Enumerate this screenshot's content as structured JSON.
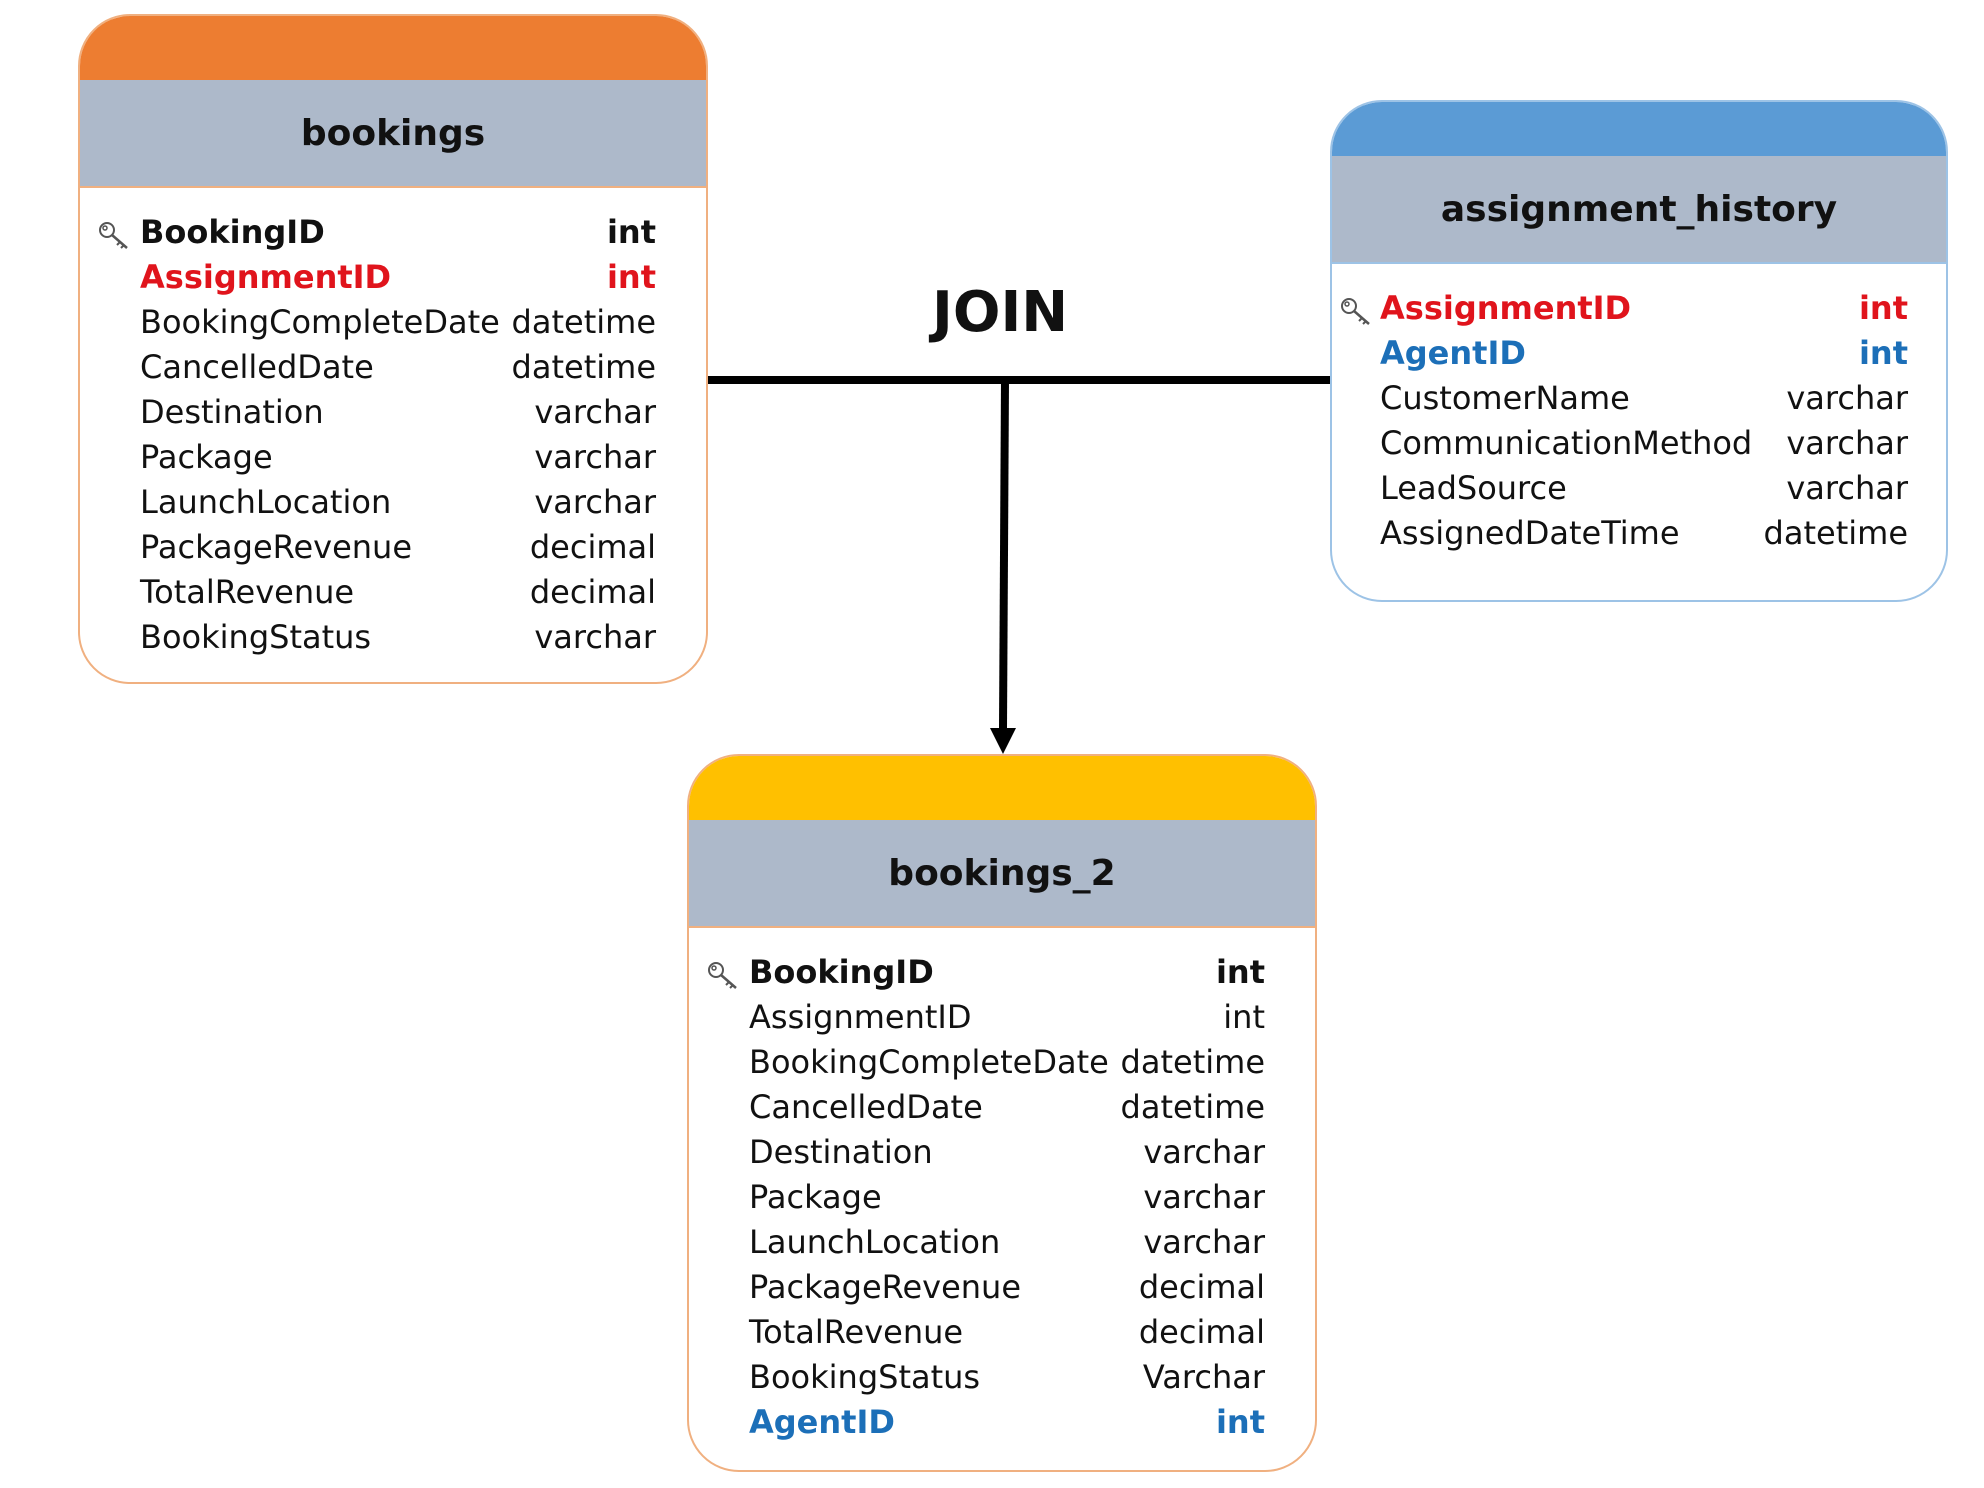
{
  "join_label": "JOIN",
  "colors": {
    "bookings_accent": "#ed7d31",
    "assignment_history_accent": "#5b9bd5",
    "bookings_2_accent": "#ffc000",
    "header_gray": "#adb9ca",
    "foreign_key_red": "#e0141c",
    "agent_blue": "#1c6fb8"
  },
  "tables": {
    "bookings": {
      "title": "bookings",
      "fields": [
        {
          "name": "BookingID",
          "type": "int",
          "style": "key"
        },
        {
          "name": "AssignmentID",
          "type": "int",
          "style": "red"
        },
        {
          "name": "BookingCompleteDate",
          "type": "datetime",
          "style": "normal"
        },
        {
          "name": "CancelledDate",
          "type": "datetime",
          "style": "normal"
        },
        {
          "name": "Destination",
          "type": "varchar",
          "style": "normal"
        },
        {
          "name": "Package",
          "type": "varchar",
          "style": "normal"
        },
        {
          "name": "LaunchLocation",
          "type": "varchar",
          "style": "normal"
        },
        {
          "name": "PackageRevenue",
          "type": "decimal",
          "style": "normal"
        },
        {
          "name": "TotalRevenue",
          "type": "decimal",
          "style": "normal"
        },
        {
          "name": "BookingStatus",
          "type": "varchar",
          "style": "normal"
        }
      ]
    },
    "assignment_history": {
      "title": "assignment_history",
      "fields": [
        {
          "name": "AssignmentID",
          "type": "int",
          "style": "red-key"
        },
        {
          "name": "AgentID",
          "type": "int",
          "style": "blue"
        },
        {
          "name": "CustomerName",
          "type": "varchar",
          "style": "normal"
        },
        {
          "name": "CommunicationMethod",
          "type": "varchar",
          "style": "normal"
        },
        {
          "name": "LeadSource",
          "type": "varchar",
          "style": "normal"
        },
        {
          "name": "AssignedDateTime",
          "type": "datetime",
          "style": "normal"
        }
      ]
    },
    "bookings_2": {
      "title": "bookings_2",
      "fields": [
        {
          "name": "BookingID",
          "type": "int",
          "style": "key"
        },
        {
          "name": "AssignmentID",
          "type": "int",
          "style": "normal"
        },
        {
          "name": "BookingCompleteDate",
          "type": "datetime",
          "style": "normal"
        },
        {
          "name": "CancelledDate",
          "type": "datetime",
          "style": "normal"
        },
        {
          "name": "Destination",
          "type": "varchar",
          "style": "normal"
        },
        {
          "name": "Package",
          "type": "varchar",
          "style": "normal"
        },
        {
          "name": "LaunchLocation",
          "type": "varchar",
          "style": "normal"
        },
        {
          "name": "PackageRevenue",
          "type": "decimal",
          "style": "normal"
        },
        {
          "name": "TotalRevenue",
          "type": "decimal",
          "style": "normal"
        },
        {
          "name": "BookingStatus",
          "type": "Varchar",
          "style": "normal"
        },
        {
          "name": "AgentID",
          "type": "int",
          "style": "blue"
        }
      ]
    }
  }
}
